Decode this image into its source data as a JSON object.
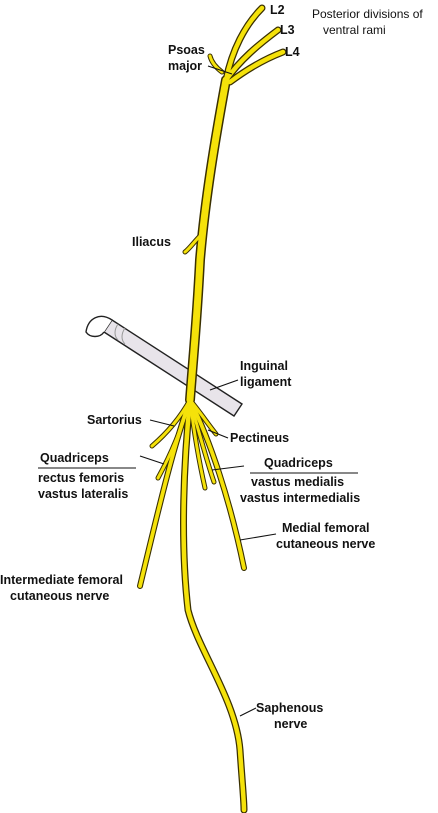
{
  "colors": {
    "nerve": "#f5e20a",
    "outline": "#3a3000",
    "ligament": "#e8e4ea"
  },
  "labels": {
    "posterior_divisions_line1": "Posterior divisions of",
    "posterior_divisions_line2": "ventral rami",
    "l2": "L2",
    "l3": "L3",
    "l4": "L4",
    "psoas_line1": "Psoas",
    "psoas_line2": "major",
    "iliacus": "Iliacus",
    "inguinal_line1": "Inguinal",
    "inguinal_line2": "ligament",
    "sartorius": "Sartorius",
    "pectineus": "Pectineus",
    "quadriceps_left_title": "Quadriceps",
    "quadriceps_left_line1": "rectus femoris",
    "quadriceps_left_line2": "vastus lateralis",
    "quadriceps_right_title": "Quadriceps",
    "quadriceps_right_line1": "vastus medialis",
    "quadriceps_right_line2": "vastus intermedialis",
    "medial_line1": "Medial femoral",
    "medial_line2": "cutaneous nerve",
    "intermediate_line1": "Intermediate femoral",
    "intermediate_line2": "cutaneous nerve",
    "saphenous_line1": "Saphenous",
    "saphenous_line2": "nerve"
  }
}
